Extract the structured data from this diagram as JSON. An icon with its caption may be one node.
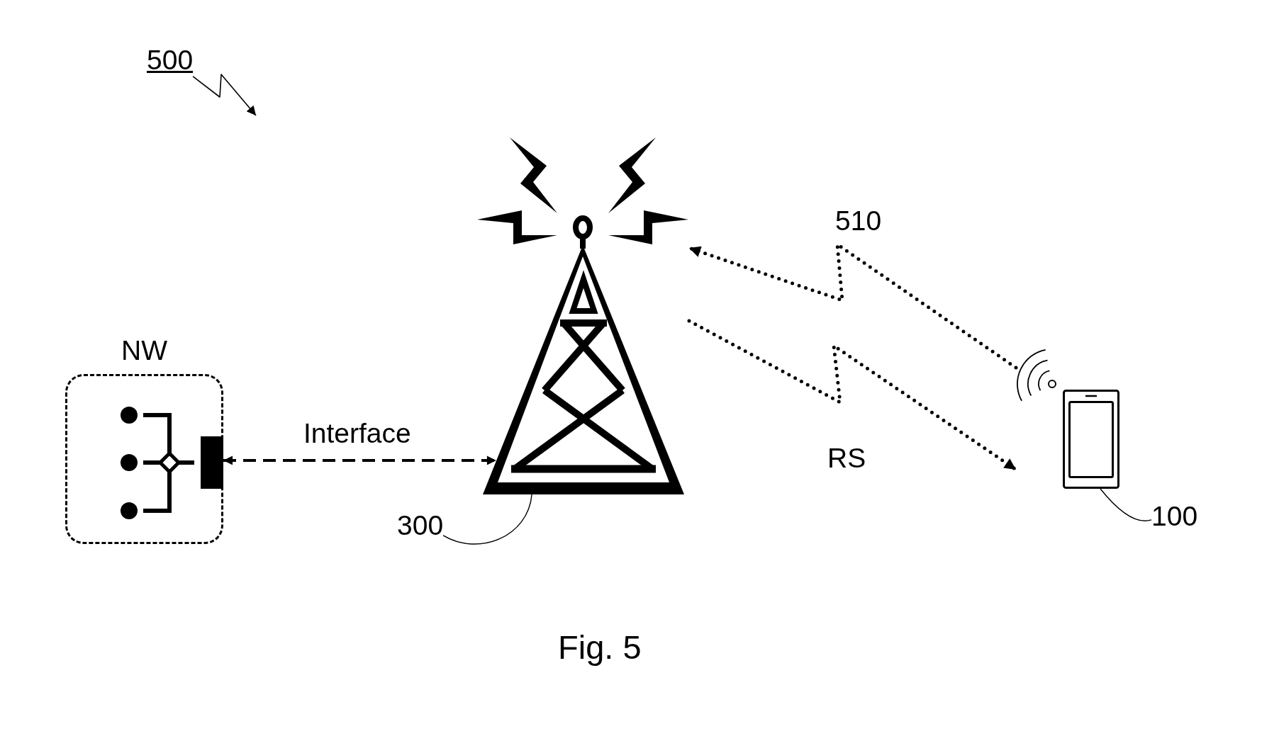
{
  "diagram": {
    "caption": "Fig. 5",
    "nodes": [
      {
        "text": [
          "500"
        ]
      },
      {
        "text": [
          "NW"
        ]
      },
      {
        "text": [],
        "shape": "picture"
      },
      {
        "text": [
          "300"
        ]
      },
      {
        "text": [],
        "shape": "picture"
      },
      {
        "text": [
          "100"
        ]
      }
    ],
    "edges": [
      {
        "from": 0,
        "to": null,
        "arrow": "to"
      },
      {
        "from": 1,
        "to": 2,
        "arrow": "both",
        "label": "Interface",
        "style": "dashed"
      },
      {
        "from": 4,
        "to": 2,
        "arrow": "to",
        "label": "510",
        "style": "dashed"
      },
      {
        "from": 2,
        "to": 4,
        "arrow": "to",
        "label": "RS",
        "style": "dashed"
      },
      {
        "from": 3,
        "to": 2,
        "arrow": "none"
      },
      {
        "from": 5,
        "to": 4,
        "arrow": "none"
      }
    ]
  }
}
